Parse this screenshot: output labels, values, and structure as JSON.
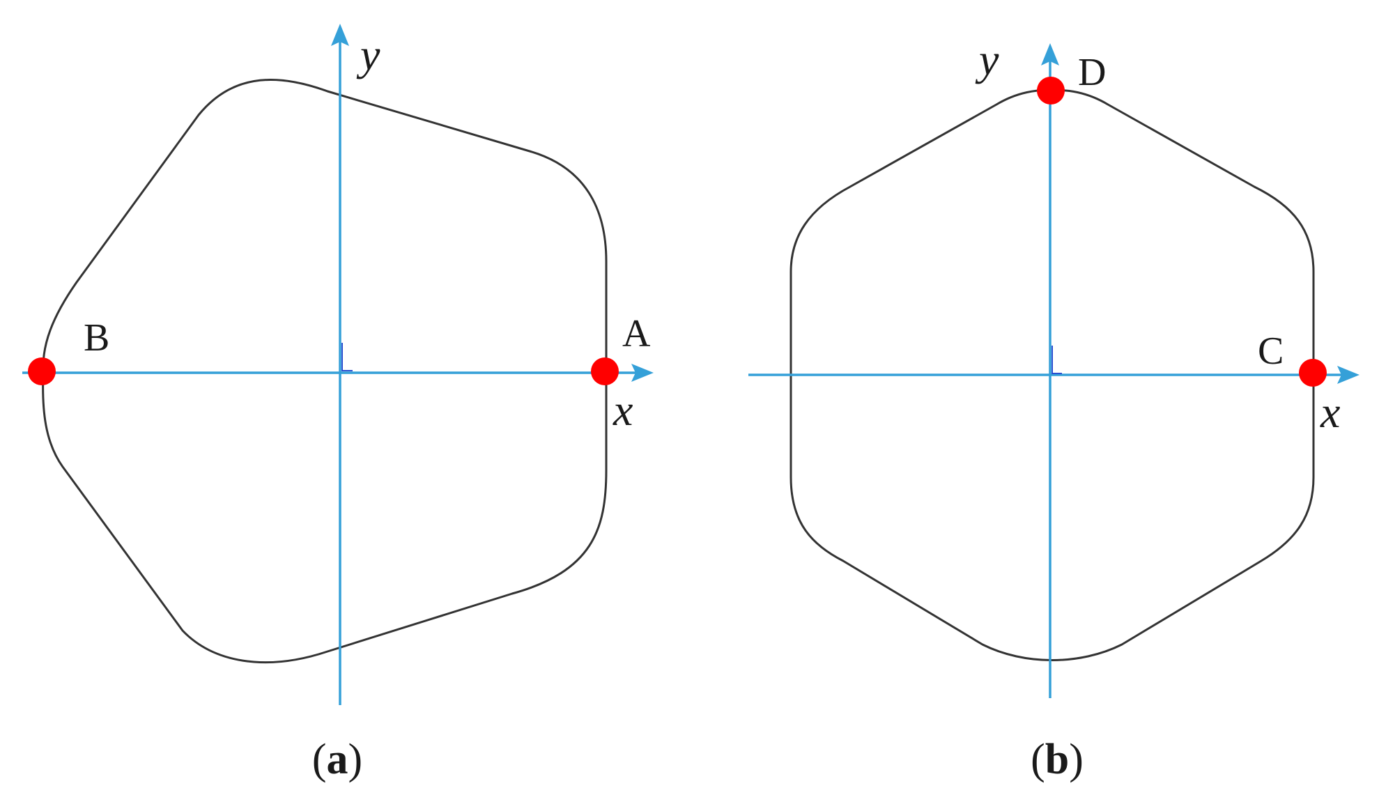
{
  "colors": {
    "axis": "#35a0d8",
    "contour": "#333333",
    "marker": "#ff0000",
    "text": "#1a1a1a"
  },
  "panels": [
    {
      "id": "a",
      "shape": "rounded-pentagon",
      "caption": {
        "open": "(",
        "letter": "a",
        "close": ")"
      },
      "x_axis_label": "x",
      "y_axis_label": "y",
      "points": [
        {
          "label": "A",
          "position": "right end of x-axis on contour"
        },
        {
          "label": "B",
          "position": "left end of x-axis on contour"
        }
      ]
    },
    {
      "id": "b",
      "shape": "rounded-hexagon",
      "caption": {
        "open": "(",
        "letter": "b",
        "close": ")"
      },
      "x_axis_label": "x",
      "y_axis_label": "y",
      "points": [
        {
          "label": "C",
          "position": "right end of x-axis on contour"
        },
        {
          "label": "D",
          "position": "top end of y-axis on contour"
        }
      ]
    }
  ]
}
